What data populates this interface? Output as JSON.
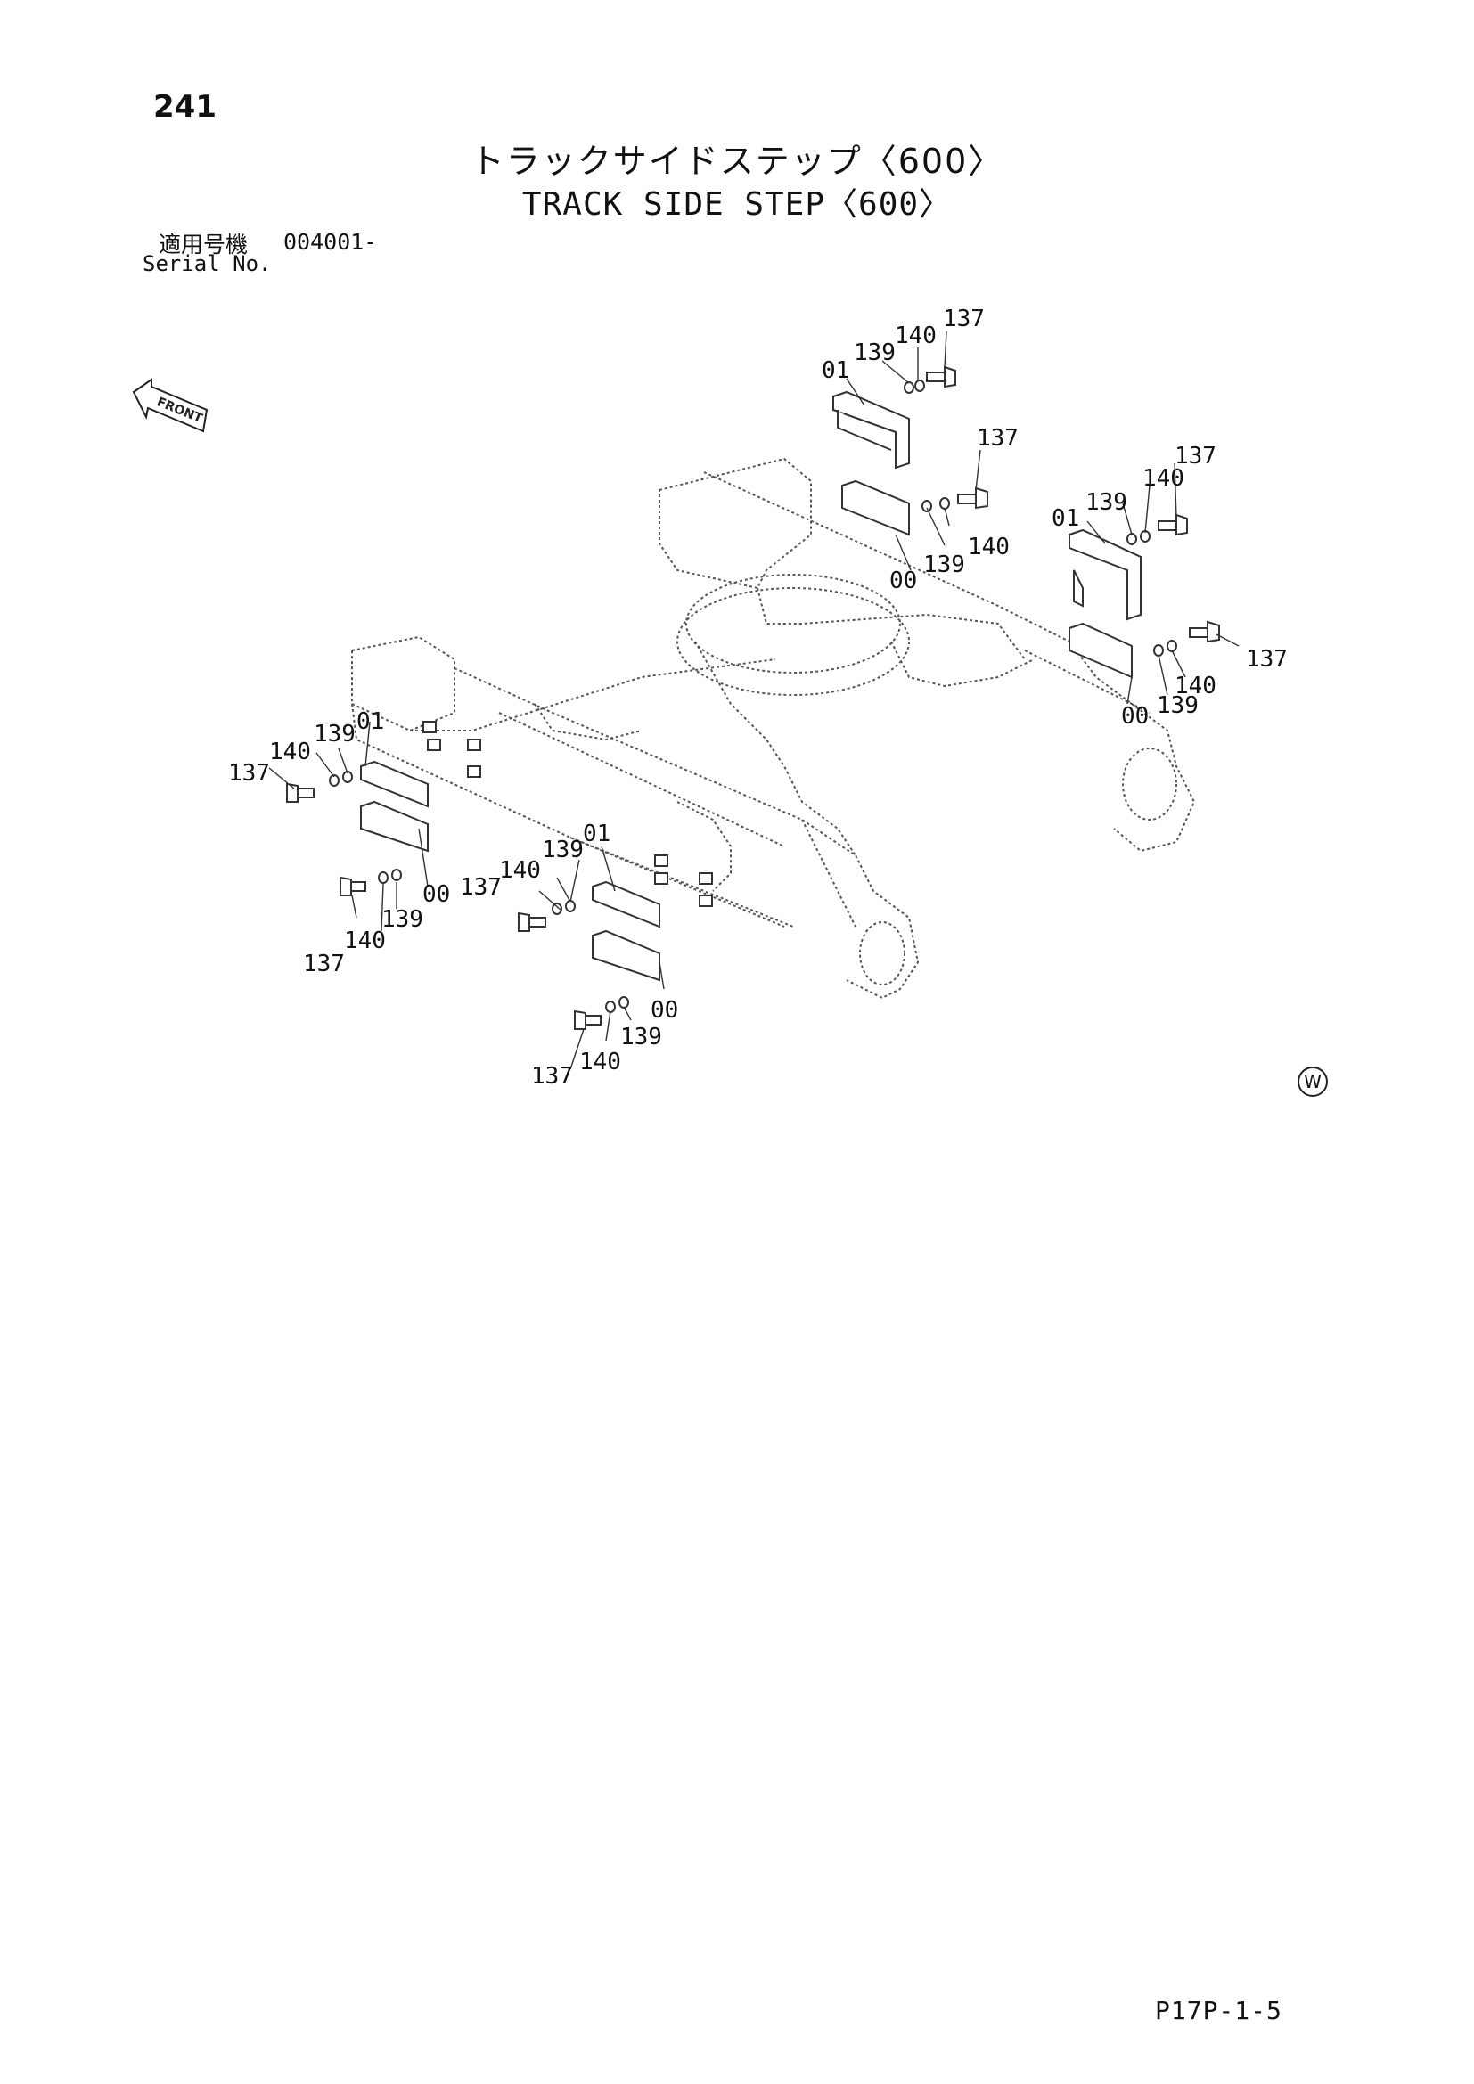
{
  "page": {
    "number": "241",
    "title_jp": "トラックサイドステップ〈600〉",
    "title_en": "TRACK SIDE STEP〈600〉",
    "serial_label_jp": "適用号機",
    "serial_value": "004001-",
    "serial_label_en": "Serial No.",
    "page_ref": "P17P-1-5",
    "watermark_letter": "W"
  },
  "diagram": {
    "front_label": "FRONT",
    "callouts": [
      "01",
      "139",
      "140",
      "137",
      "137",
      "140",
      "137",
      "01",
      "139",
      "00",
      "139",
      "140",
      "137",
      "140",
      "137",
      "00",
      "139",
      "01",
      "139",
      "140",
      "137",
      "00",
      "139",
      "140",
      "137",
      "139",
      "01",
      "140",
      "137",
      "00",
      "137",
      "140",
      "139"
    ]
  }
}
